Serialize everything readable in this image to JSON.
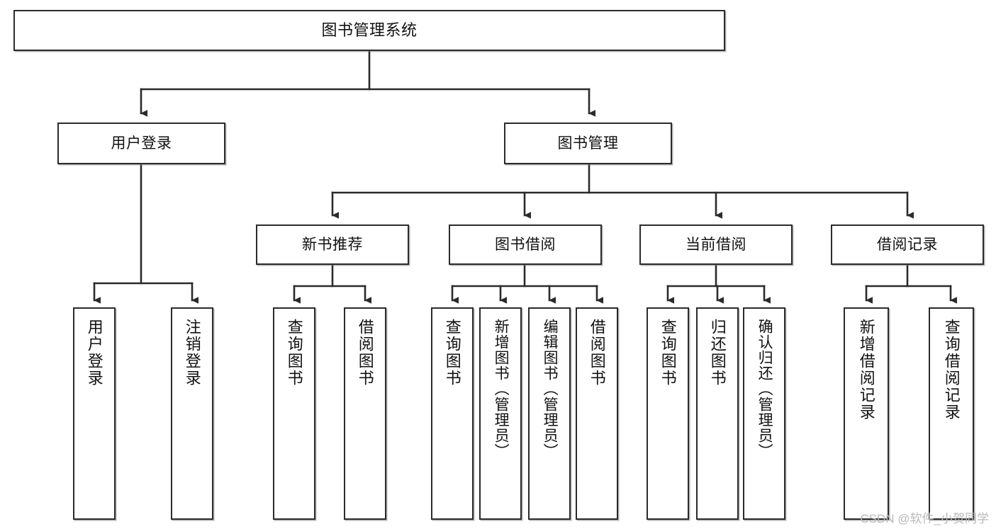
{
  "diagram": {
    "type": "tree",
    "title": "图书管理系统",
    "orientation": "top-down",
    "levels": 4,
    "colors": {
      "box_border": "#2b2b2b",
      "box_fill": "#ffffff",
      "connector": "#2b2b2b",
      "background": "#ffffff",
      "watermark": "#b9b9b9"
    }
  },
  "root": {
    "label": "图书管理系统"
  },
  "level2": [
    {
      "label": "用户登录"
    },
    {
      "label": "图书管理"
    }
  ],
  "level3": [
    {
      "label": "新书推荐"
    },
    {
      "label": "图书借阅"
    },
    {
      "label": "当前借阅"
    },
    {
      "label": "借阅记录"
    }
  ],
  "leaves": {
    "user_login": [
      {
        "label": "用户登录"
      },
      {
        "label": "注销登录"
      }
    ],
    "new_book": [
      {
        "label": "查询图书"
      },
      {
        "label": "借阅图书"
      }
    ],
    "borrow": [
      {
        "label": "查询图书"
      },
      {
        "label": "新增图书（管理员）"
      },
      {
        "label": "编辑图书（管理员）"
      },
      {
        "label": "借阅图书"
      }
    ],
    "current": [
      {
        "label": "查询图书"
      },
      {
        "label": "归还图书"
      },
      {
        "label": "确认归还（管理员）"
      }
    ],
    "records": [
      {
        "label": "新增借阅记录"
      },
      {
        "label": "查询借阅记录"
      }
    ]
  },
  "watermark": {
    "text": "CSDN @软件_小贺同学"
  }
}
